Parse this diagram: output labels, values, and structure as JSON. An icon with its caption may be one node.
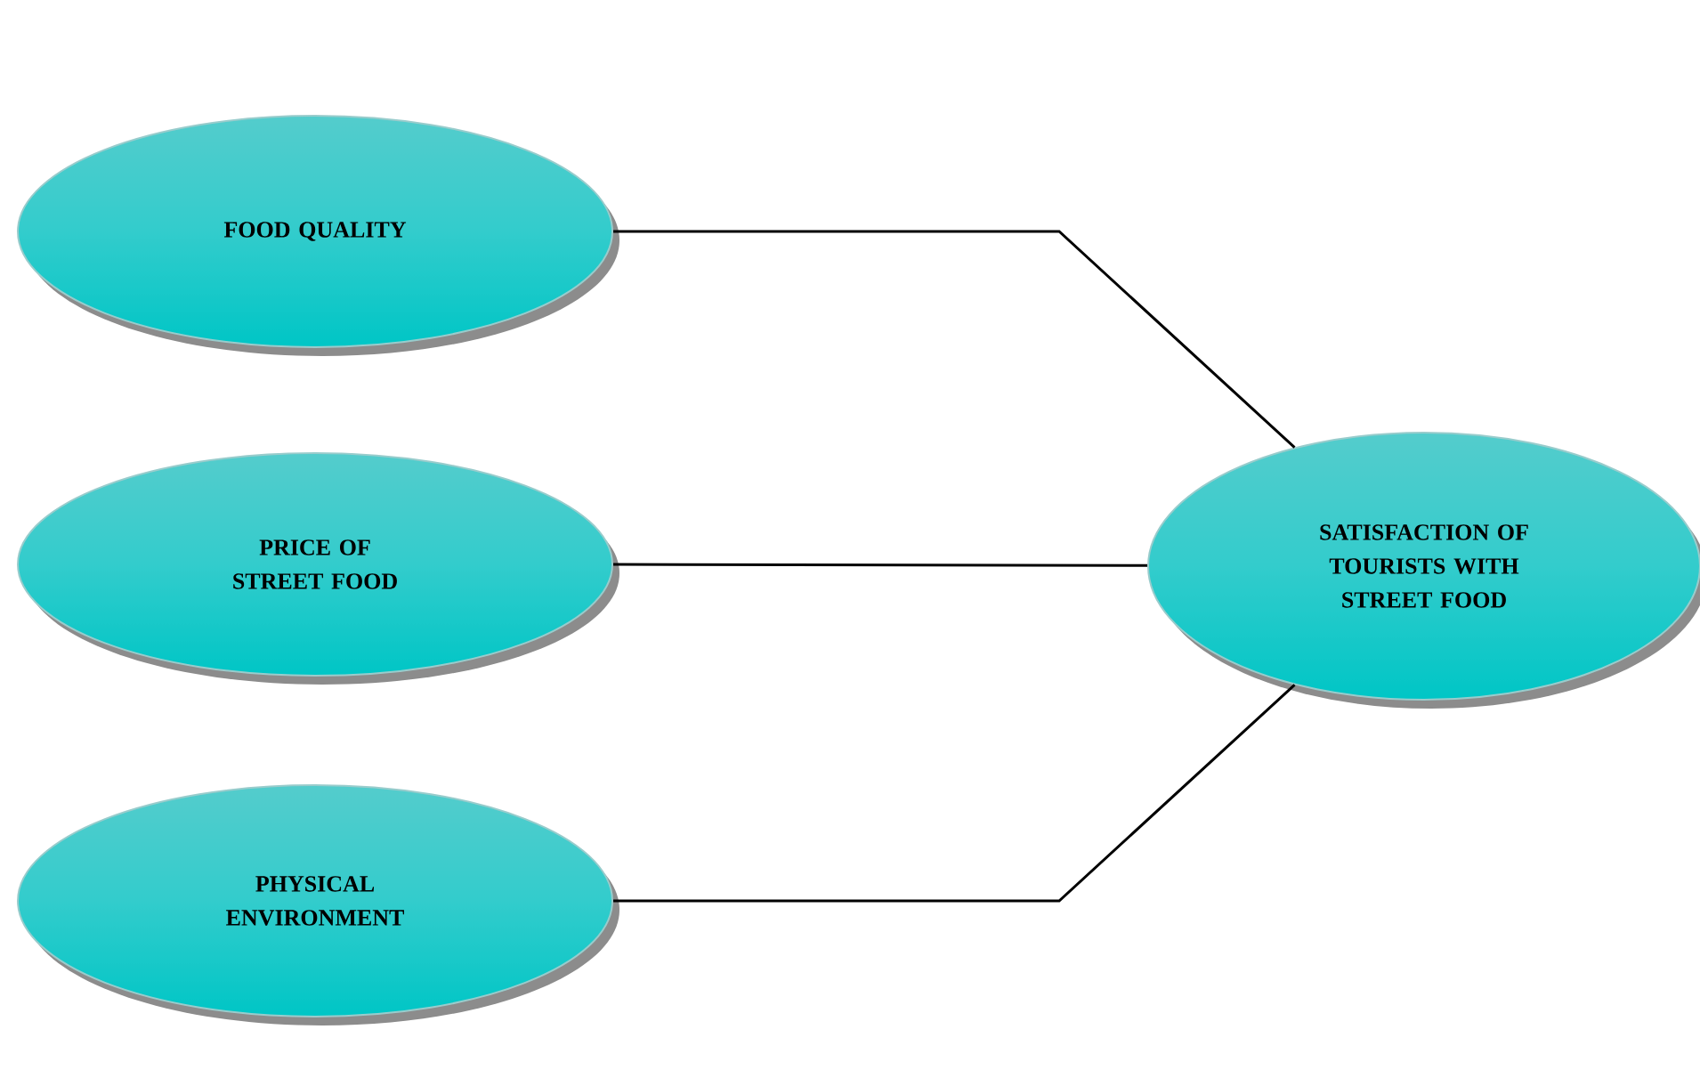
{
  "diagram": {
    "nodes": [
      {
        "text": [
          "FOOD QUALITY"
        ]
      },
      {
        "text": [
          "PRICE OF STREET FOOD"
        ]
      },
      {
        "text": [
          "PHYSICAL ENVIRONMENT"
        ]
      },
      {
        "text": [
          "SATISFACTION OF TOURISTS WITH STREET FOOD"
        ]
      }
    ],
    "edges": [
      {
        "from": 0,
        "to": 3,
        "arrow": "none"
      },
      {
        "from": 1,
        "to": 3,
        "arrow": "none"
      },
      {
        "from": 2,
        "to": 3,
        "arrow": "none"
      }
    ]
  }
}
